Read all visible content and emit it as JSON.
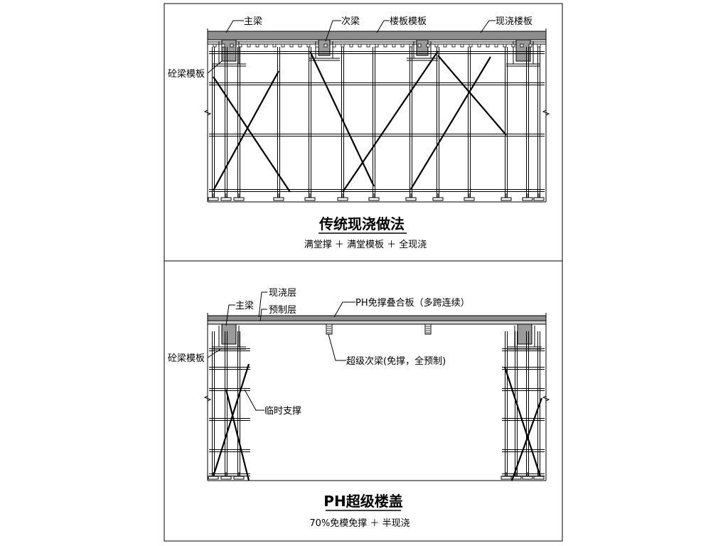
{
  "top_panel": {
    "labels": {
      "main_beam": "主梁",
      "secondary_beam": "次梁",
      "floor_formwork": "楼板模板",
      "cast_in_place_slab": "现浇楼板",
      "concrete_beam_formwork": "砼梁模板"
    },
    "title": "传统现浇做法",
    "subtitle": "满堂撑 ＋ 满堂模板 ＋ 全现浇"
  },
  "bottom_panel": {
    "labels": {
      "cast_layer": "现浇层",
      "main_beam": "主梁",
      "precast_layer": "预制层",
      "ph_slab": "PH免撑叠合板（多跨连续）",
      "concrete_beam_formwork": "砼梁模板",
      "super_secondary_beam": "超级次梁(免撑，全预制)",
      "temporary_support": "临时支撑"
    },
    "title": "PH超级楼盖",
    "subtitle": "70%免模免撑 ＋ 半现浇"
  }
}
